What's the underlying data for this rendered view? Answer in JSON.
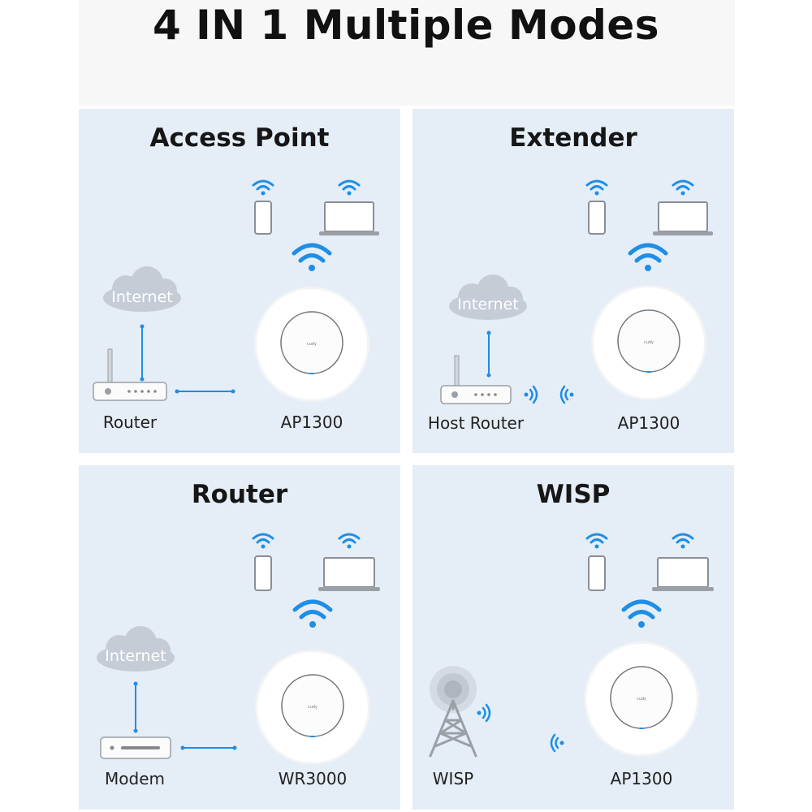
{
  "title": "4 IN 1 Multiple Modes",
  "accent": "#1e8ee6",
  "panels": [
    {
      "title": "Access Point",
      "cloud": "Internet",
      "left_device": "Router",
      "right_device": "AP1300"
    },
    {
      "title": "Extender",
      "cloud": "Internet",
      "left_device": "Host Router",
      "right_device": "AP1300"
    },
    {
      "title": "Router",
      "cloud": "Internet",
      "left_device": "Modem",
      "right_device": "WR3000"
    },
    {
      "title": "WISP",
      "left_device": "WISP",
      "right_device": "AP1300"
    }
  ],
  "icons": [
    "wifi-icon",
    "phone-icon",
    "laptop-icon",
    "cloud-icon",
    "router-icon",
    "modem-icon",
    "tower-icon",
    "ceiling-ap-icon",
    "signal-waves-icon"
  ]
}
